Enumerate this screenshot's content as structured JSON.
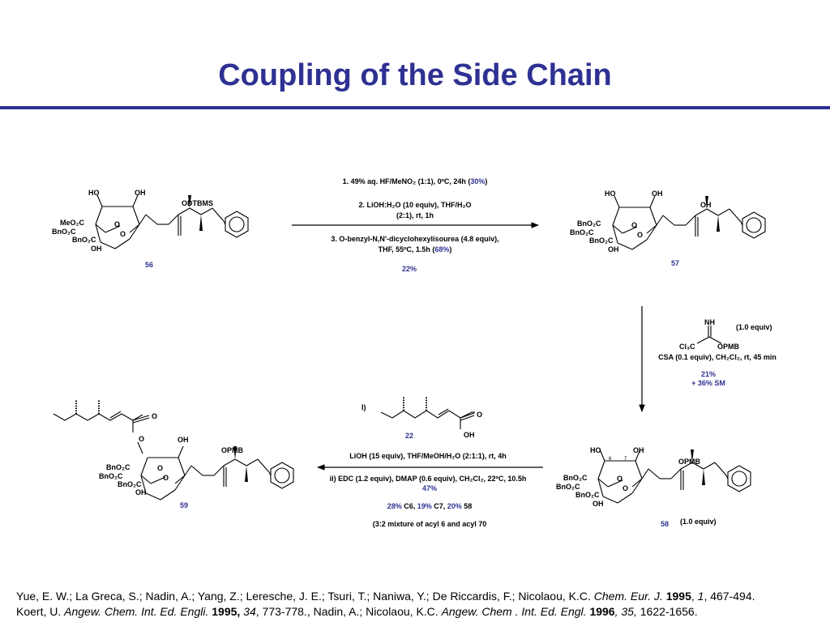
{
  "title": "Coupling of the Side Chain",
  "colors": {
    "accent": "#2e3192",
    "text": "#000000",
    "background": "#ffffff"
  },
  "compounds": {
    "c56": {
      "number": "56",
      "atoms": {
        "ho": "HO",
        "oh_top": "OH",
        "ring_o1": "O",
        "ring_o2": "O",
        "meo2c": "MeO₂C",
        "bno2c_1": "BnO₂C",
        "bno2c_2": "BnO₂C",
        "oh_bottom": "OH",
        "side": "ODTBMS"
      }
    },
    "c57": {
      "number": "57",
      "atoms": {
        "ho": "HO",
        "oh_top": "OH",
        "ring_o1": "O",
        "ring_o2": "O",
        "bno2c_1": "BnO₂C",
        "bno2c_2": "BnO₂C",
        "bno2c_3": "BnO₂C",
        "oh_bottom": "OH",
        "side": "OH"
      }
    },
    "c58": {
      "number": "58",
      "equiv": "(1.0 equiv)",
      "atoms": {
        "ho": "HO",
        "oh_top": "OH",
        "pos6": "6",
        "pos7": "7",
        "ring_o1": "O",
        "ring_o2": "O",
        "bno2c_1": "BnO₂C",
        "bno2c_2": "BnO₂C",
        "bno2c_3": "BnO₂C",
        "oh_bottom": "OH",
        "side": "OPMB"
      }
    },
    "c59": {
      "number": "59",
      "atoms": {
        "o_ester": "O",
        "o_carbonyl": "O",
        "oh_top": "OH",
        "ring_o1": "O",
        "ring_o2": "O",
        "bno2c_1": "BnO₂C",
        "bno2c_2": "BnO₂C",
        "bno2c_3": "BnO₂C",
        "oh_bottom": "OH",
        "side": "OPMB"
      }
    },
    "c22": {
      "number": "22",
      "atoms": {
        "o_carbonyl": "O",
        "oh": "OH"
      }
    }
  },
  "reagent_imidate": {
    "nh": "NH",
    "cl3c": "Cl₃C",
    "opmb": "OPMB",
    "equiv": "(1.0 equiv)"
  },
  "step1": {
    "line1_main": "1. 49% aq. HF/MeNO₂ (1:1), 0ºC, 24h (",
    "line1_yield": "30%",
    "line1_end": ")",
    "line2": "2. LiOH:H₂O (10 equiv), THF/H₂O",
    "line3": "(2:1), rt, 1h",
    "line4": "3. O-benzyl-N,N'-dicyclohexylisourea (4.8 equiv),",
    "line5_main": "THF, 55ºC, 1.5h (",
    "line5_yield": "68%",
    "line5_end": ")",
    "overall": "22%"
  },
  "step2": {
    "line1": "CSA (0.1 equiv), CH₂Cl₂, rt, 45 min",
    "yield": "21%",
    "sm": "+ 36% SM"
  },
  "step3": {
    "label_i": "I)",
    "line1": "LiOH (15 equiv), THF/MeOH/H₂O (2:1:1), rt, 4h",
    "line2": "ii) EDC (1.2 equiv), DMAP (0.6 equiv), CH₂Cl₂, 22ºC, 10.5h",
    "yield": "47%",
    "split_a": "28%",
    "split_a_lbl": " C6, ",
    "split_b": "19%",
    "split_b_lbl": " C7, ",
    "split_c": "20%",
    "split_c_lbl": " 58",
    "note": "(3:2 mixture of acyl 6 and acyl 70"
  },
  "references": {
    "ref1": {
      "authors": "Yue, E. W.; La Greca, S.; Nadin, A.; Yang, Z.; Leresche, J. E.; Tsuri, T.; Naniwa, Y.; De Riccardis, F.; Nicolaou, K.C. ",
      "journal": "Chem. Eur. J.",
      "year": " 1995",
      "sep": ", ",
      "volume": "1",
      "pages": ", 467-494."
    },
    "ref2": {
      "authors": "Koert, U. ",
      "journal1": "Angew. Chem. Int. Ed. Engli.",
      "year1": " 1995,",
      "volume1": " 34",
      "pages1": ", 773-778., Nadin, A.; Nicolaou, K.C. ",
      "journal2": "Angew. Chem . Int. Ed. Engl.",
      "year2": " 1996",
      "volume2": ", 35,",
      "pages2": " 1622-1656."
    }
  }
}
